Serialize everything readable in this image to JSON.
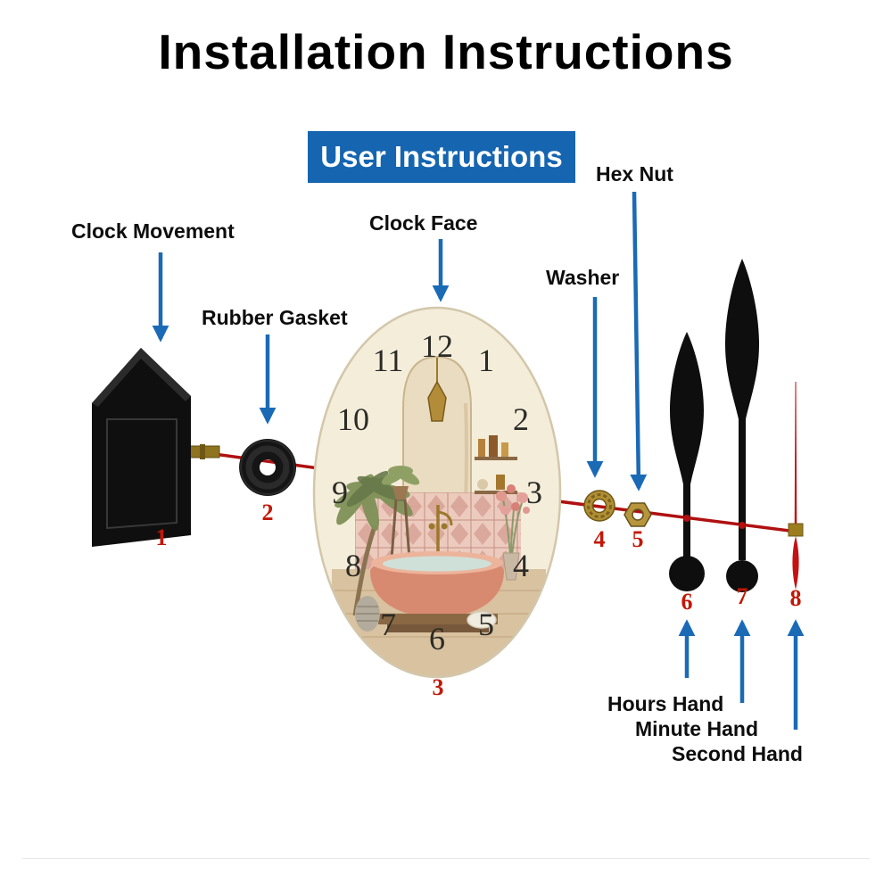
{
  "page": {
    "title": "Installation Instructions",
    "banner": "User Instructions"
  },
  "parts": {
    "clock_movement": {
      "label": "Clock Movement",
      "number": "1"
    },
    "rubber_gasket": {
      "label": "Rubber Gasket",
      "number": "2"
    },
    "clock_face": {
      "label": "Clock Face",
      "number": "3"
    },
    "washer": {
      "label": "Washer",
      "number": "4"
    },
    "hex_nut": {
      "label": "Hex Nut",
      "number": "5"
    },
    "hours_hand": {
      "label": "Hours Hand",
      "number": "6"
    },
    "minute_hand": {
      "label": "Minute Hand",
      "number": "7"
    },
    "second_hand": {
      "label": "Second Hand",
      "number": "8"
    }
  },
  "clock_face_numerals": [
    "12",
    "1",
    "2",
    "3",
    "4",
    "5",
    "6",
    "7",
    "8",
    "9",
    "10",
    "11"
  ],
  "colors": {
    "banner_bg": "#1565b0",
    "banner_text": "#ffffff",
    "arrow_blue": "#1a6ab5",
    "part_number_red": "#c21807",
    "axle_red": "#b01010",
    "second_hand_red": "#c41111",
    "brass": "#9b7d1e",
    "clock_face_cream": "#f4edda"
  }
}
